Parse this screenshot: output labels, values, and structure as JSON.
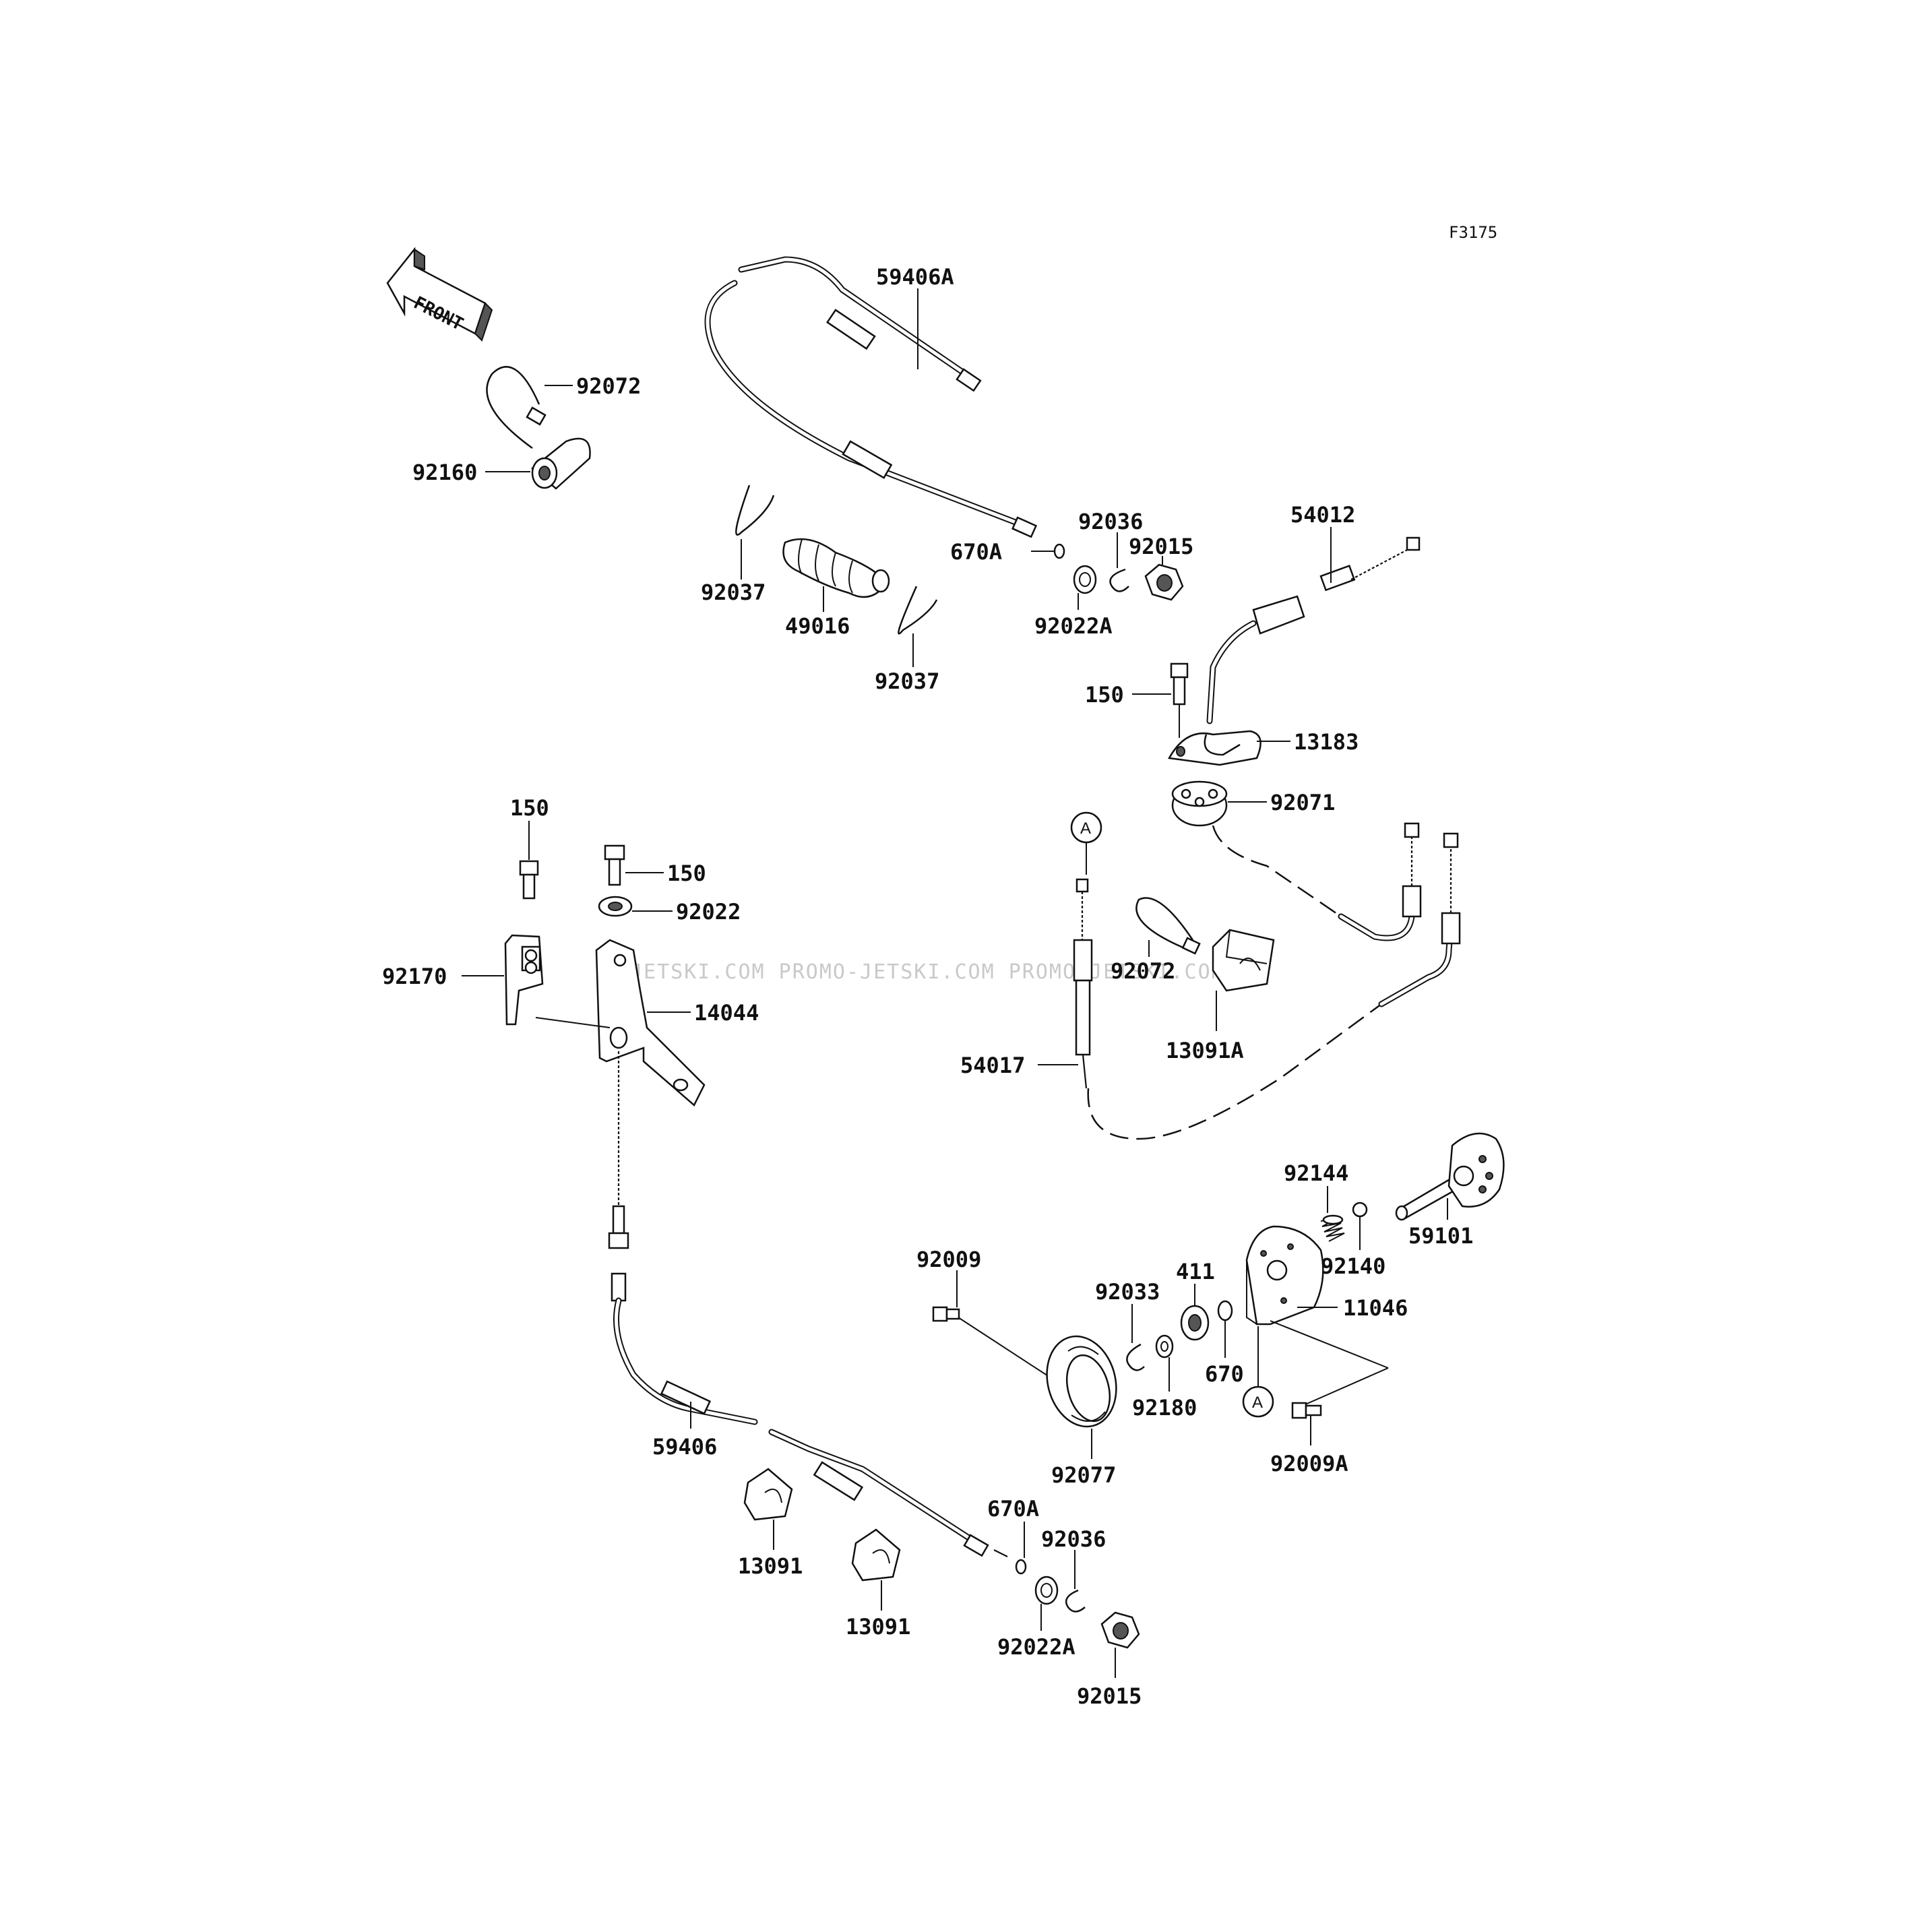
{
  "figure_code": "F3175",
  "front_label": "FRONT",
  "watermark": "JETSKI.COM  PROMO-JETSKI.COM  PROMO-JETSKI.COM",
  "reference_marker": "A",
  "labels": {
    "p59406A": "59406A",
    "p92072_top": "92072",
    "p92160": "92160",
    "p92036_top": "92036",
    "p92015_top": "92015",
    "p54012": "54012",
    "p670A_top": "670A",
    "p92037_a": "92037",
    "p49016": "49016",
    "p92022A_top": "92022A",
    "p92037_b": "92037",
    "p150_right": "150",
    "p13183": "13183",
    "p92071": "92071",
    "p150_left": "150",
    "p150_mid": "150",
    "p92022": "92022",
    "p92170": "92170",
    "p14044": "14044",
    "p92072_mid": "92072",
    "p13091A": "13091A",
    "p54017": "54017",
    "p92144": "92144",
    "p411": "411",
    "p92140": "92140",
    "p59101": "59101",
    "p92009": "92009",
    "p92033": "92033",
    "p11046": "11046",
    "p670": "670",
    "p92180": "92180",
    "p92009A": "92009A",
    "p59406": "59406",
    "p92077": "92077",
    "p670A_bot": "670A",
    "p92036_bot": "92036",
    "p13091_a": "13091",
    "p13091_b": "13091",
    "p92022A_bot": "92022A",
    "p92015_bot": "92015"
  }
}
